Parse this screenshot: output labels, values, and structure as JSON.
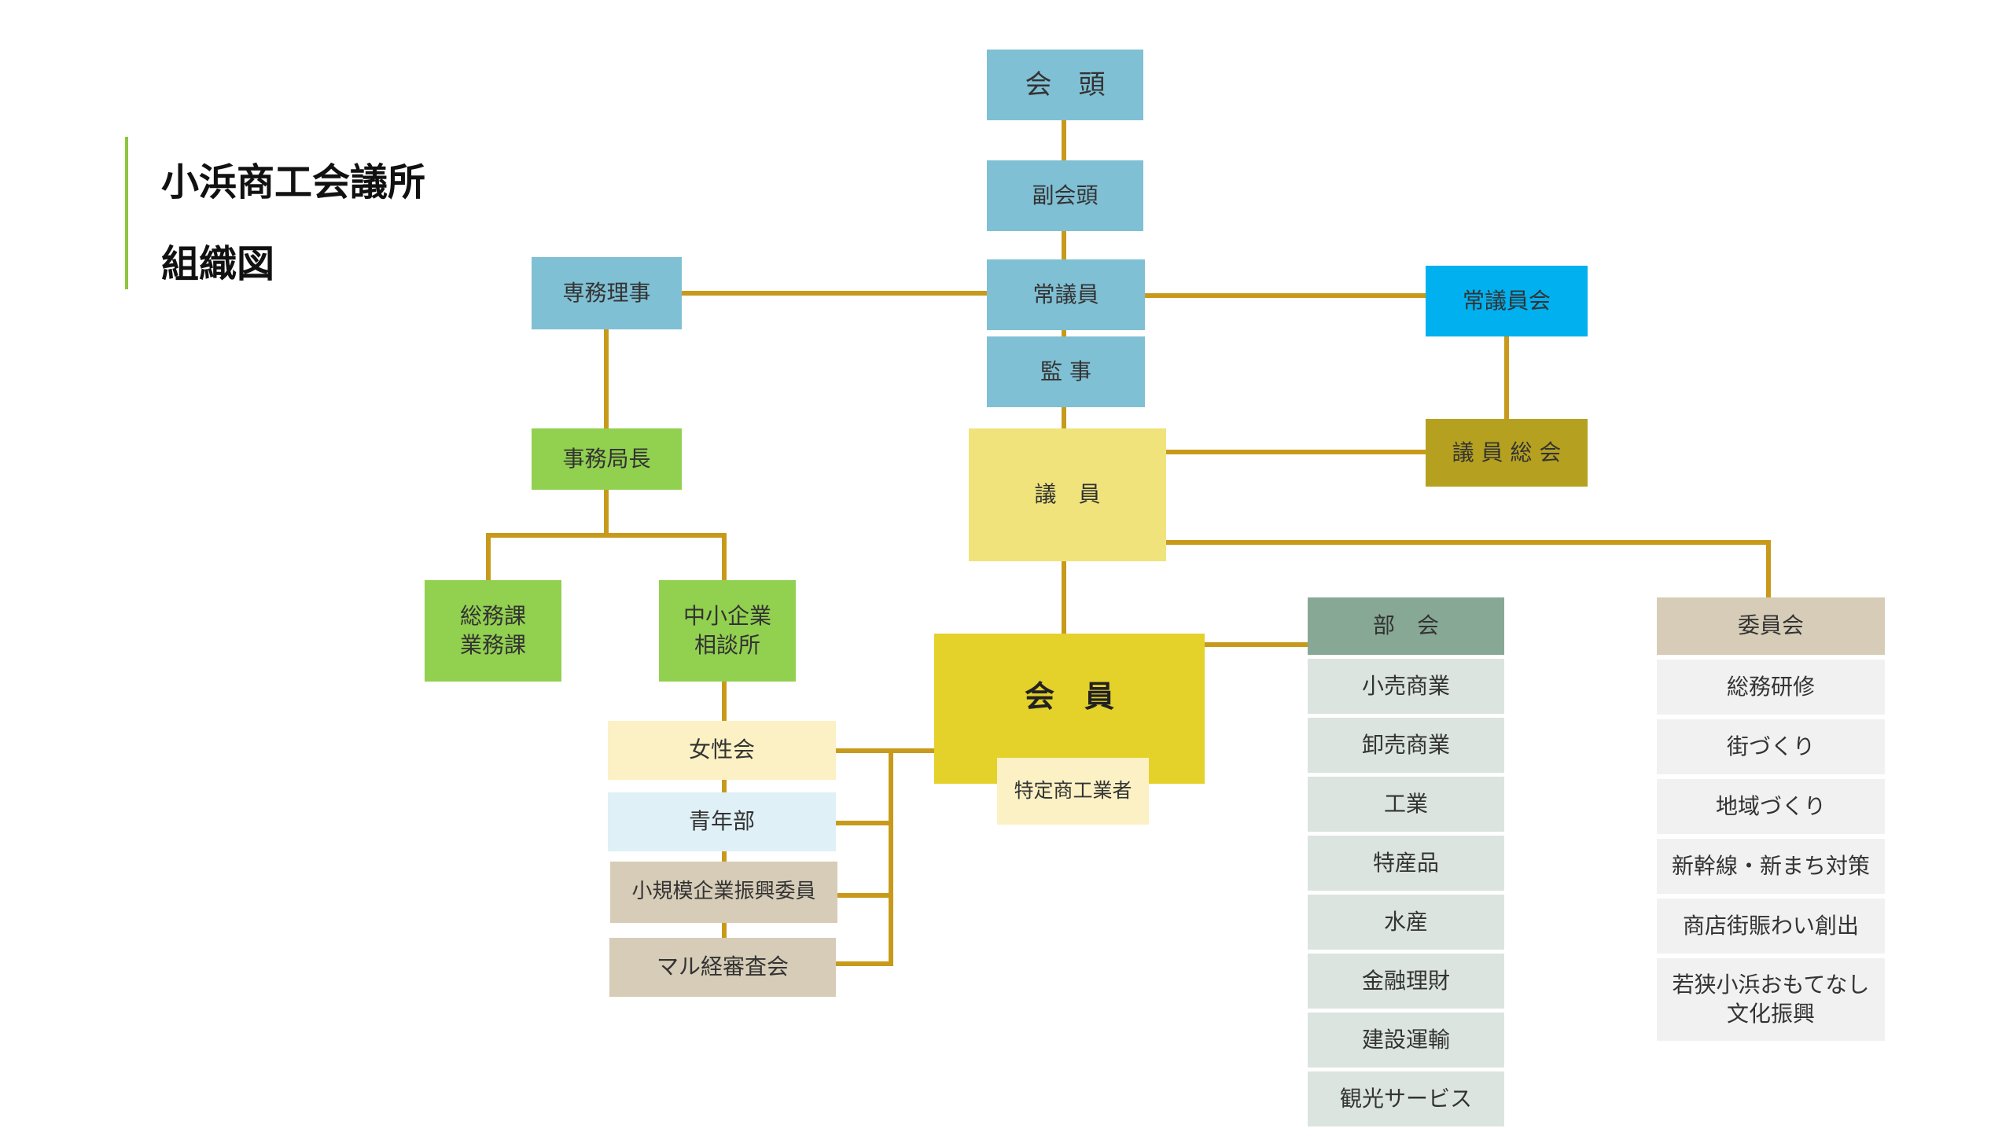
{
  "title": {
    "line1": "小浜商工会議所",
    "line2": "組織図"
  },
  "colors": {
    "connector": "#c89a1b",
    "accent_bar": "#8cc63f"
  },
  "nodes": {
    "kaito": "会　頭",
    "fukukaito": "副会頭",
    "jougiin": "常議員",
    "kanji": "監 事",
    "jimu_riji": "専務理事",
    "jimukyokuchou": "事務局長",
    "soumu": "総務課\n業務課",
    "chusho": "中小企業\n相談所",
    "jougiinkai": "常議員会",
    "giin_soukai": "議 員 総 会",
    "giin": "議　員",
    "kaiin": "会　員",
    "tokutei": "特定商工業者",
    "joseikai": "女性会",
    "seinenbu": "青年部",
    "shoukibo": "小規模企業振興委員",
    "maru": "マル経審査会"
  },
  "bukai": {
    "header": "部　会",
    "items": [
      "小売商業",
      "卸売商業",
      "工業",
      "特産品",
      "水産",
      "金融理財",
      "建設運輸",
      "観光サービス"
    ]
  },
  "iinkai": {
    "header": "委員会",
    "items": [
      "総務研修",
      "街づくり",
      "地域づくり",
      "新幹線・新まち対策",
      "商店街賑わい創出",
      "若狭小浜おもてなし\n文化振興"
    ]
  }
}
